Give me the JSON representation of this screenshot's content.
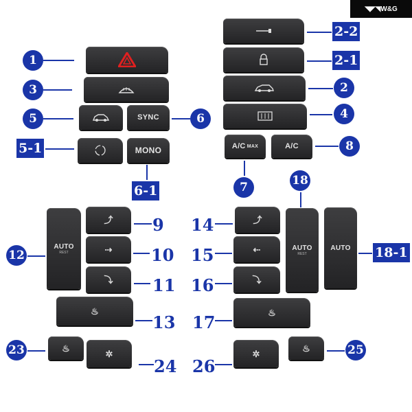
{
  "brand": "W&G",
  "buttons": {
    "sync": "SYNC",
    "mono": "MONO",
    "ac_max": "A/C",
    "ac_max_suffix": "MAX",
    "ac": "A/C",
    "auto_rest_1": "AUTO",
    "auto_rest_1_sub": "REST",
    "auto_rest_2": "AUTO",
    "auto_rest_2_sub": "REST",
    "auto": "AUTO"
  },
  "icons": {
    "hazard": "hazard-triangle-icon",
    "key": "key-icon",
    "lock": "lock-icon",
    "car": "car-icon",
    "rear_defrost": "rear-defrost-icon",
    "windshield": "windshield-defrost-icon",
    "recirc": "recirculation-icon",
    "seat_heat": "heated-seat-icon",
    "seat_vent": "ventilated-seat-icon",
    "air_flow": "air-flow-icon"
  },
  "labels": [
    "1",
    "2-2",
    "3",
    "2-1",
    "5",
    "2",
    "6",
    "4",
    "5-1",
    "8",
    "6-1",
    "7",
    "18",
    "9",
    "14",
    "12",
    "10",
    "15",
    "18-1",
    "11",
    "16",
    "13",
    "17",
    "23",
    "25",
    "24",
    "26"
  ],
  "colors": {
    "accent": "#1a35a8",
    "button": "#2e2e30",
    "hazard": "#e02020"
  }
}
